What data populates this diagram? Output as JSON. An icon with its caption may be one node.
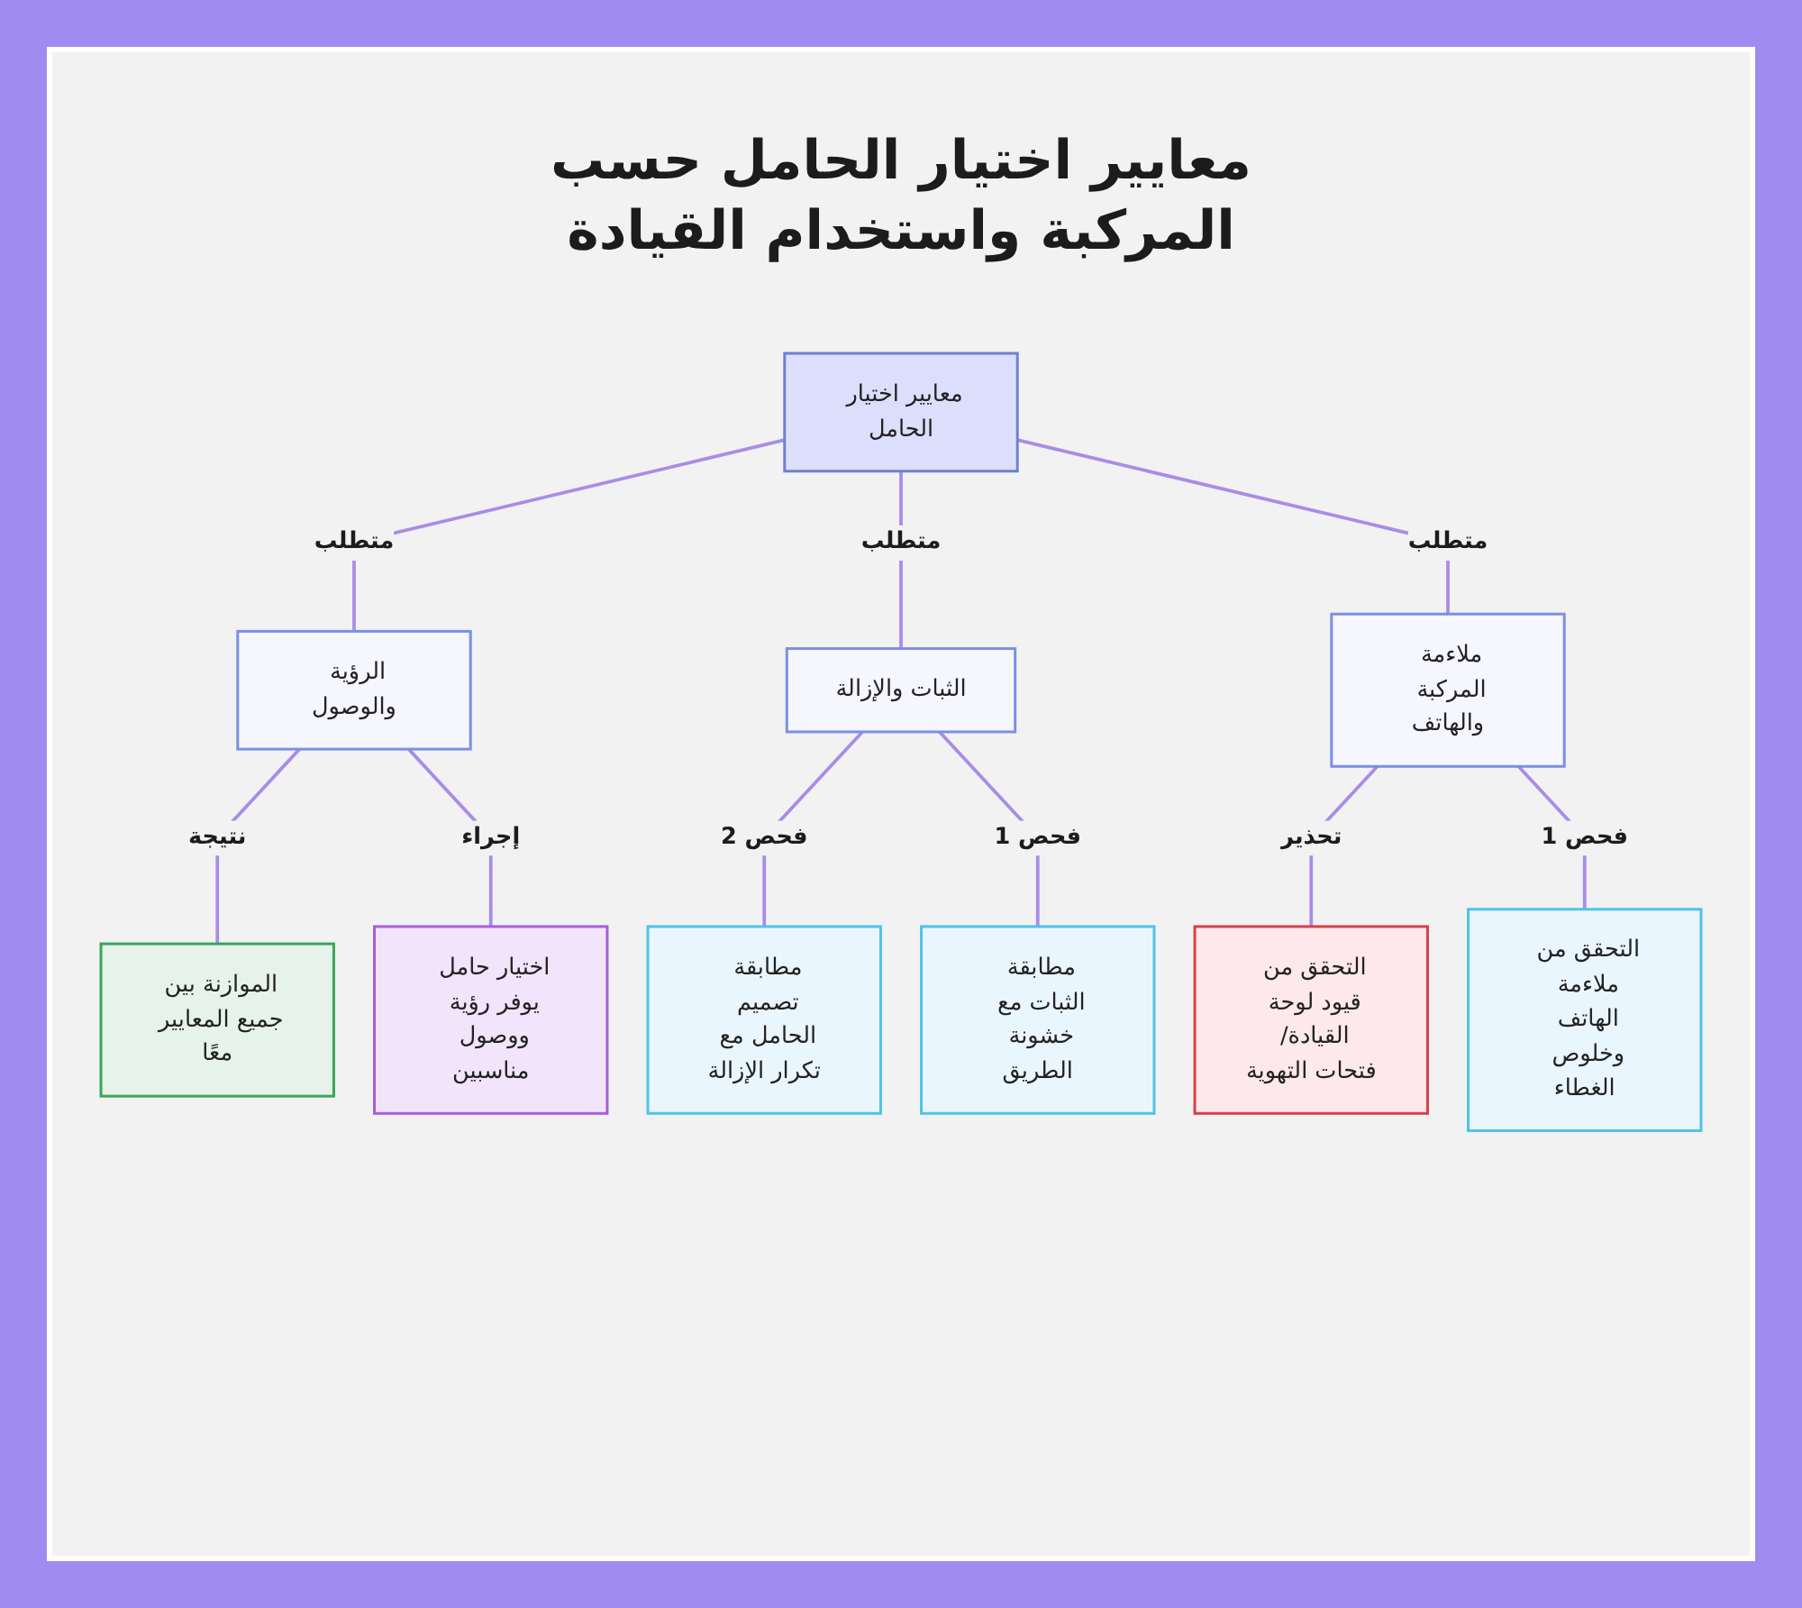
{
  "diagram": {
    "title": "معايير اختيار الحامل حسب المركبة واستخدام القيادة",
    "nodes": [
      {
        "text": [
          "معايير اختيار الحامل"
        ]
      },
      {
        "text": [
          "ملاءمة المركبة والهاتف"
        ]
      },
      {
        "text": [
          "الثبات والإزالة"
        ]
      },
      {
        "text": [
          "الرؤية والوصول"
        ]
      },
      {
        "text": [
          "التحقق من ملاءمة الهاتف وخلوص الغطاء"
        ]
      },
      {
        "text": [
          "التحقق من قيود لوحة القيادة/ فتحات التهوية"
        ]
      },
      {
        "text": [
          "مطابقة الثبات مع خشونة الطريق"
        ]
      },
      {
        "text": [
          "مطابقة تصميم الحامل مع تكرار الإزالة"
        ]
      },
      {
        "text": [
          "اختيار حامل يوفر رؤية ووصول مناسبين"
        ]
      },
      {
        "text": [
          "الموازنة بين جميع المعايير معًا"
        ]
      }
    ],
    "edges": [
      {
        "from": 0,
        "to": 3,
        "label": "متطلب",
        "arrow": "none"
      },
      {
        "from": 0,
        "to": 2,
        "label": "متطلب",
        "arrow": "none"
      },
      {
        "from": 0,
        "to": 1,
        "label": "متطلب",
        "arrow": "none"
      },
      {
        "from": 3,
        "to": 9,
        "label": "نتيجة",
        "arrow": "none"
      },
      {
        "from": 3,
        "to": 8,
        "label": "إجراء",
        "arrow": "none"
      },
      {
        "from": 2,
        "to": 7,
        "label": "فحص 2",
        "arrow": "none"
      },
      {
        "from": 2,
        "to": 6,
        "label": "فحص 1",
        "arrow": "none"
      },
      {
        "from": 1,
        "to": 5,
        "label": "تحذير",
        "arrow": "none"
      },
      {
        "from": 1,
        "to": 4,
        "label": "فحص 1",
        "arrow": "none"
      }
    ]
  }
}
